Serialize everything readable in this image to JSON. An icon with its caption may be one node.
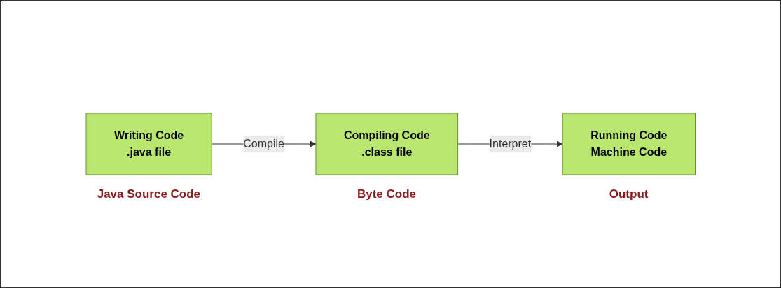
{
  "diagram": {
    "nodes": [
      {
        "text": [
          "Writing Code",
          ".java file"
        ],
        "beside": [
          "Java Source Code"
        ]
      },
      {
        "text": [
          "Compiling Code",
          ".class file"
        ],
        "beside": [
          "Byte Code"
        ]
      },
      {
        "text": [
          "Running Code",
          "Machine Code"
        ],
        "beside": [
          "Output"
        ]
      }
    ],
    "edges": [
      {
        "from": 0,
        "to": 1,
        "arrow": "to",
        "label": "Compile"
      },
      {
        "from": 1,
        "to": 2,
        "arrow": "to",
        "label": "Interpret"
      }
    ]
  }
}
